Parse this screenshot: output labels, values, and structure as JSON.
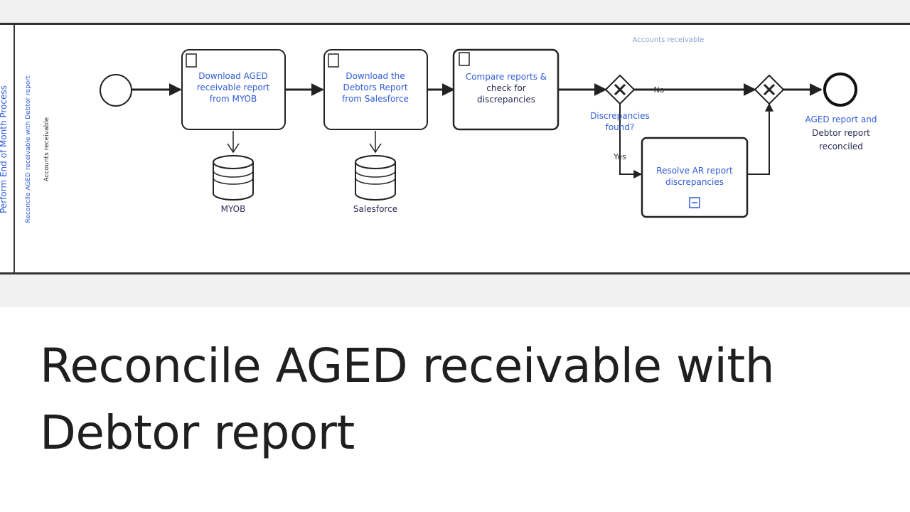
{
  "card": {
    "title": "Reconcile AGED receivable with Debtor report"
  },
  "diagram": {
    "lane_labels": {
      "outer": "Perform End of Month Process",
      "inner": "Reconcile AGED receivable with Debtor report",
      "role": "Accounts receivable"
    },
    "pool_header": "Accounts receivable",
    "tasks": {
      "download_aged": [
        "Download AGED",
        "receivable report",
        "from MYOB"
      ],
      "download_debtors": [
        "Download the",
        "Debtors Report",
        "from Salesforce"
      ],
      "compare": [
        "Compare reports &",
        "check for",
        "discrepancies"
      ],
      "resolve": [
        "Resolve AR report",
        "discrepancies"
      ]
    },
    "data_stores": {
      "myob": "MYOB",
      "salesforce": "Salesforce"
    },
    "gateway": {
      "question": [
        "Discrepancies",
        "found?"
      ],
      "no_label": "No",
      "yes_label": "Yes"
    },
    "end_event": [
      "AGED report and",
      "Debtor report",
      "reconciled"
    ]
  }
}
